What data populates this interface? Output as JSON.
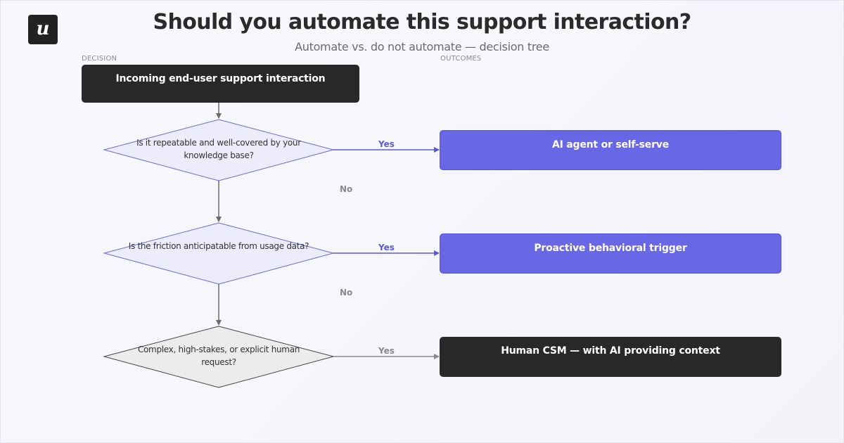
{
  "brand": {
    "logo_letter": "u"
  },
  "header": {
    "title": "Should you automate this support interaction?",
    "subtitle": "Automate vs. do not automate — decision tree"
  },
  "labels": {
    "decision": "DECISION",
    "outcomes": "OUTCOMES"
  },
  "nodes": {
    "start": "Incoming end-user support interaction",
    "q1": "Is it repeatable and well-covered by your knowledge base?",
    "q2": "Is the friction anticipatable from usage data?",
    "q3": "Complex, high-stakes, or explicit human request?"
  },
  "outcomes": {
    "o1": "AI agent or self-serve",
    "o2": "Proactive behavioral trigger",
    "o3": "Human CSM — with AI providing context"
  },
  "edges": {
    "yes1": "Yes",
    "no1": "No",
    "yes2": "Yes",
    "no2": "No",
    "yes3": "Yes"
  },
  "colors": {
    "accent": "#6868e6",
    "dark": "#282828",
    "diamond_accent_fill": "#ececfa",
    "diamond_gray_fill": "#ececec"
  }
}
